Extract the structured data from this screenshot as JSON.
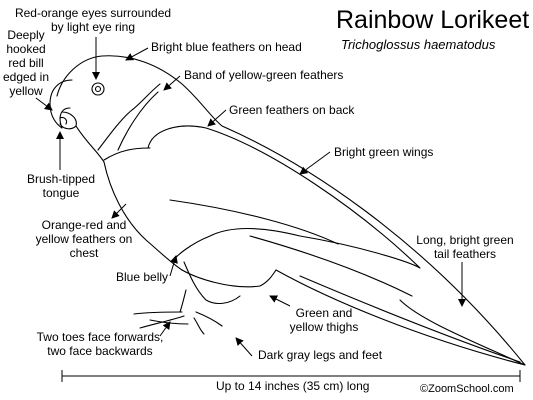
{
  "title": "Rainbow Lorikeet",
  "scientific_name": "Trichoglossus haematodus",
  "labels": {
    "eyes": [
      "Red-orange eyes surrounded",
      "by light eye ring"
    ],
    "bill": [
      "Deeply",
      "hooked",
      "red bill",
      "edged in",
      "yellow"
    ],
    "head": "Bright blue feathers on head",
    "band": "Band of yellow-green feathers",
    "back": "Green feathers on back",
    "wings": "Bright green wings",
    "tongue": [
      "Brush-tipped",
      "tongue"
    ],
    "chest": [
      "Orange-red and",
      "yellow feathers on",
      "chest"
    ],
    "tail": [
      "Long, bright green",
      "tail feathers"
    ],
    "belly": "Blue belly",
    "thighs": [
      "Green and",
      "yellow thighs"
    ],
    "toes": [
      "Two toes face forwards,",
      "two face backwards"
    ],
    "legs": "Dark gray legs and feet",
    "length": "Up to 14 inches (35 cm) long"
  },
  "credit": "©ZoomSchool.com"
}
